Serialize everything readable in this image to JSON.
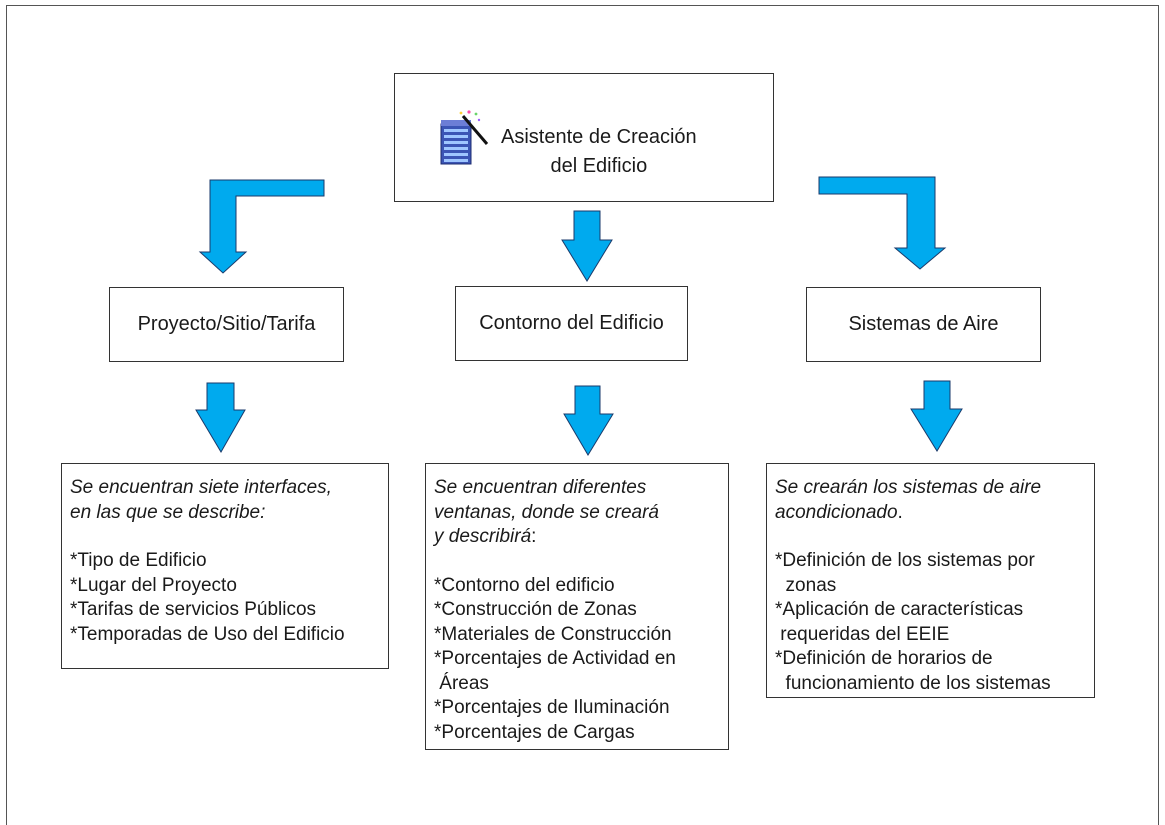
{
  "title": {
    "line1": "Asistente de Creación",
    "line2": "del Edificio",
    "icon": "building-wizard-icon"
  },
  "categories": [
    {
      "label": "Proyecto/Sitio/Tarifa"
    },
    {
      "label": "Contorno del Edificio"
    },
    {
      "label": "Sistemas de Aire"
    }
  ],
  "descriptions": [
    {
      "intro_lines": [
        "Se encuentran siete interfaces,",
        "en las que se describe:"
      ],
      "items": [
        "*Tipo de Edificio",
        "*Lugar del Proyecto",
        "*Tarifas de servicios Públicos",
        "*Temporadas de Uso del Edificio"
      ]
    },
    {
      "intro_lines": [
        "Se encuentran diferentes",
        "ventanas, donde se creará",
        "y describirá"
      ],
      "intro_suffix": ":",
      "items": [
        "*Contorno del edificio",
        "*Construcción de Zonas",
        "*Materiales de Construcción",
        "*Porcentajes de Actividad en",
        " Áreas",
        "*Porcentajes de Iluminación",
        "*Porcentajes de Cargas"
      ]
    },
    {
      "intro_lines": [
        "Se crearán los sistemas de aire",
        "acondicionado"
      ],
      "intro_suffix": ".",
      "items": [
        "*Definición de los sistemas por",
        "  zonas",
        "*Aplicación de características",
        " requeridas del EEIE",
        "*Definición de horarios de",
        "  funcionamiento de los sistemas"
      ]
    }
  ],
  "colors": {
    "arrow_fill": "#00aaee",
    "arrow_stroke": "#1a3a6b",
    "border": "#333333"
  }
}
